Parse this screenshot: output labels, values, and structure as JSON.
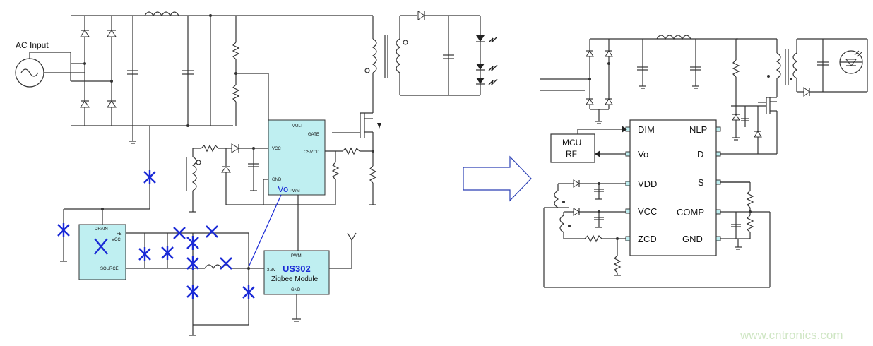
{
  "left": {
    "ac_input_label": "AC Input",
    "pfc_ic": {
      "mult": "MULT",
      "gate": "GATE",
      "vcc": "VCC",
      "cs_zcd": "CS/ZCD",
      "gnd": "GND",
      "vo": "Vo",
      "pwm": "PWM"
    },
    "aux_ic": {
      "drain": "DRAIN",
      "fb": "FB",
      "vcc": "VCC",
      "source": "SOURCE"
    },
    "zigbee": {
      "pwm": "PWM",
      "v33": "3.3V",
      "name": "US302",
      "subtitle": "Zigbee Module",
      "gnd": "GND"
    }
  },
  "right": {
    "mcu_rf": [
      "MCU",
      "RF"
    ],
    "pins_left": [
      "DIM",
      "Vo",
      "VDD",
      "VCC",
      "ZCD"
    ],
    "pins_right": [
      "NLP",
      "D",
      "S",
      "COMP",
      "GND"
    ]
  },
  "watermark": "www.cntronics.com",
  "colors": {
    "remove_mark": "#1a2ad6",
    "ic_fill": "#bfeff1",
    "arrow": "#2a3fb5",
    "watermark": "#cfe6c4"
  }
}
